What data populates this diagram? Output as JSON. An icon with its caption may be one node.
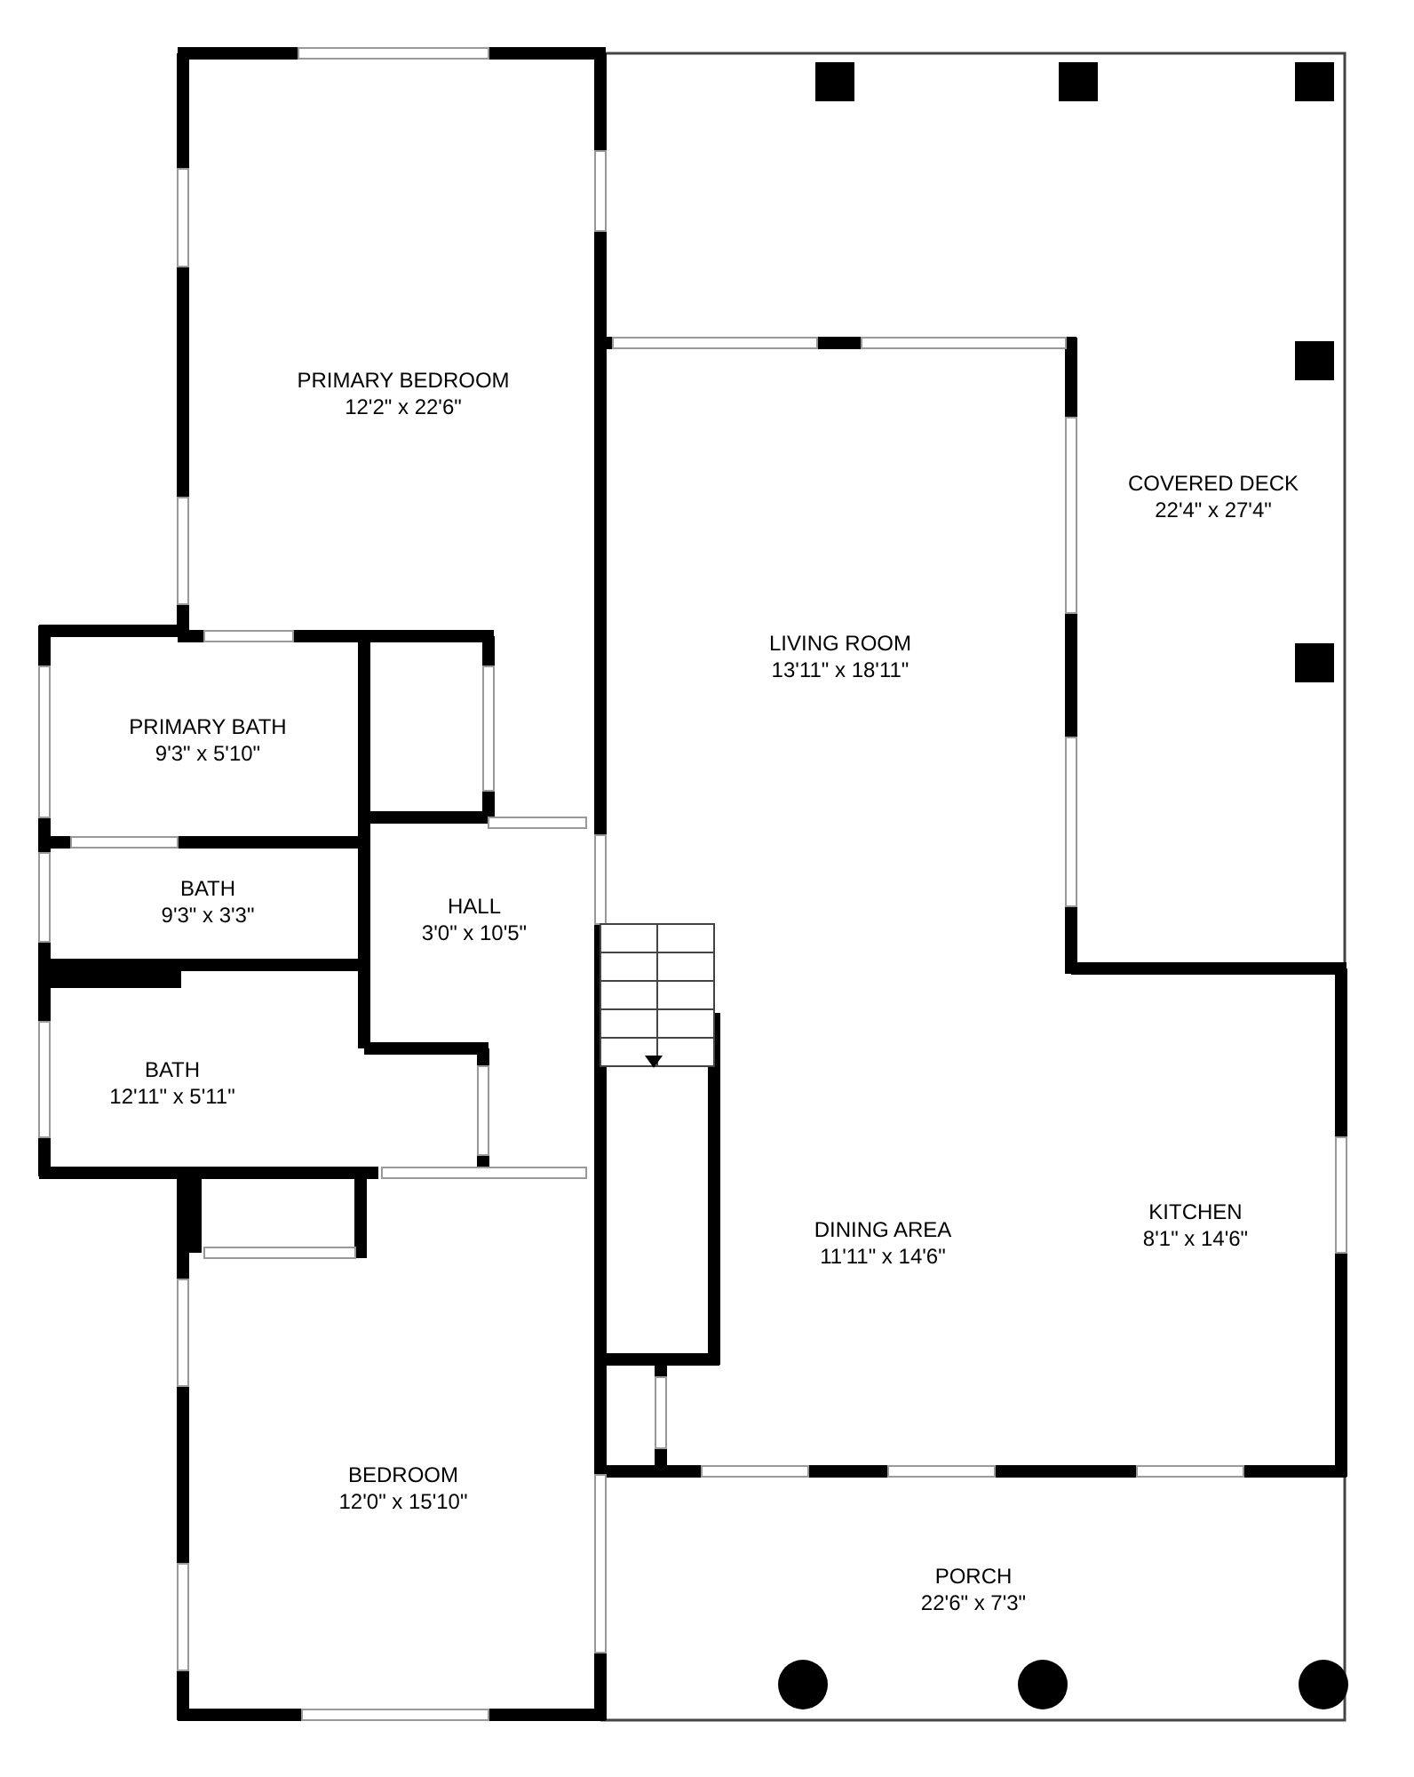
{
  "diagram": {
    "nodes": [
      {
        "text": [
          "PRIMARY BEDROOM",
          "12'2\" x 22'6\""
        ]
      },
      {
        "text": [
          "COVERED DECK",
          "22'4\" x 27'4\""
        ]
      },
      {
        "text": [
          "LIVING ROOM",
          "13'11\" x 18'11\""
        ]
      },
      {
        "text": [
          "PRIMARY BATH",
          "9'3\" x 5'10\""
        ]
      },
      {
        "text": [
          "BATH",
          "9'3\" x 3'3\""
        ]
      },
      {
        "text": [
          "HALL",
          "3'0\" x 10'5\""
        ]
      },
      {
        "text": [
          "BATH",
          "12'11\" x 5'11\""
        ]
      },
      {
        "text": [
          "DINING AREA",
          "11'11\" x 14'6\""
        ]
      },
      {
        "text": [
          "KITCHEN",
          "8'1\" x 14'6\""
        ]
      },
      {
        "text": [
          "BEDROOM",
          "12'0\" x 15'10\""
        ]
      },
      {
        "text": [
          "PORCH",
          "22'6\" x 7'3\""
        ]
      }
    ]
  }
}
